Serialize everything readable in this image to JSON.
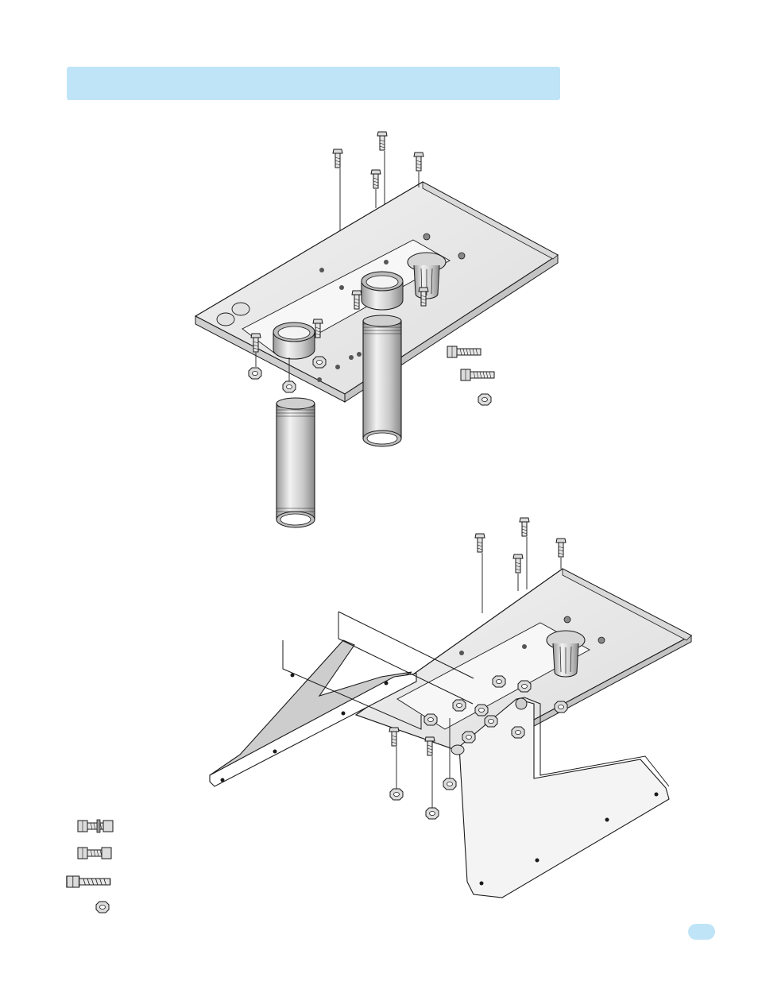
{
  "colors": {
    "banner": "#bfe4f7",
    "line": "#1a1a1a",
    "plate": "#e9e9e9",
    "plate_edge": "#cfcfcf",
    "pipe": "#d4d4d4",
    "hardware": "#dcdcdc"
  },
  "icons": {
    "bolt": "hex-bolt-icon",
    "nut": "flange-nut-icon",
    "pipe": "threaded-pipe",
    "plate": "mounting-plate",
    "bracket": "angle-bracket"
  }
}
